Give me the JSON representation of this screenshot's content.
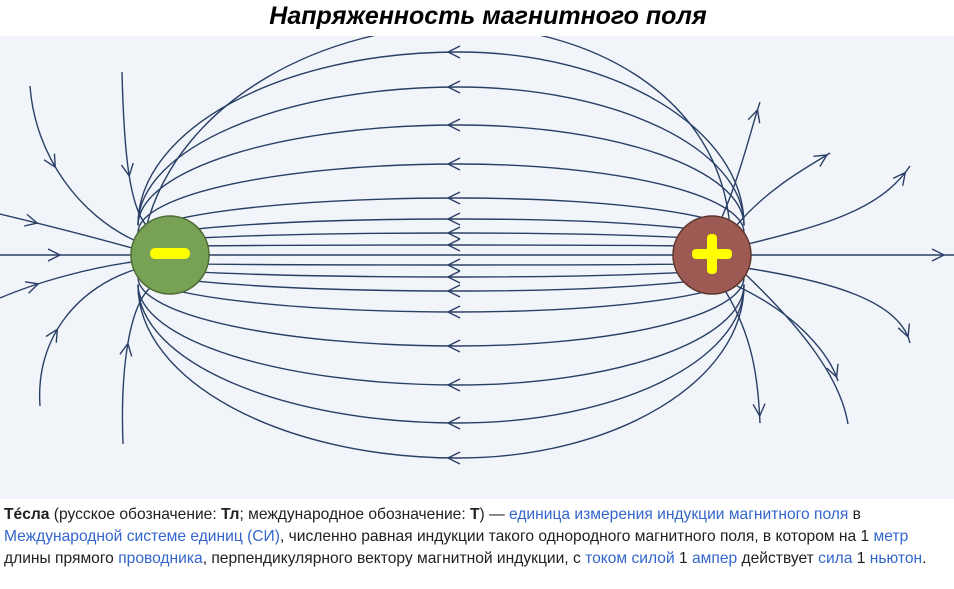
{
  "title": "Напряженность магнитного поля",
  "charges": {
    "negative": {
      "sign": "−",
      "fill": "#77a154",
      "stroke": "#4d6b34",
      "sign_color": "#ffff00"
    },
    "positive": {
      "sign": "+",
      "fill": "#9c5a52",
      "stroke": "#5e3630",
      "sign_color": "#ffff00"
    }
  },
  "colors": {
    "field_line": "#2a3f66",
    "background": "#f1f5f9",
    "link": "#3366cc"
  },
  "definition": {
    "term": "Тéсла",
    "t1": " (русское обозначение: ",
    "ru_symbol": "Тл",
    "t2": "; международное обозначение: ",
    "intl_symbol": "T",
    "t3": ") — ",
    "link1": "единица измерения",
    "t4": " ",
    "link2": "индукции магнитного поля",
    "t5": " в ",
    "link3": "Международной системе единиц (СИ)",
    "t6": ", численно равная индукции такого однородного магнитного поля, в котором на 1 ",
    "link4": "метр",
    "t7": " длины прямого ",
    "link5": "проводника",
    "t8": ", перпендикулярного вектору магнитной индукции, с ",
    "link6": "током",
    "t9": " ",
    "link7": "силой",
    "t10": " 1 ",
    "link8": "ампер",
    "t11": " действует ",
    "link9": "сила",
    "t12": " 1 ",
    "link10": "ньютон",
    "t13": "."
  }
}
